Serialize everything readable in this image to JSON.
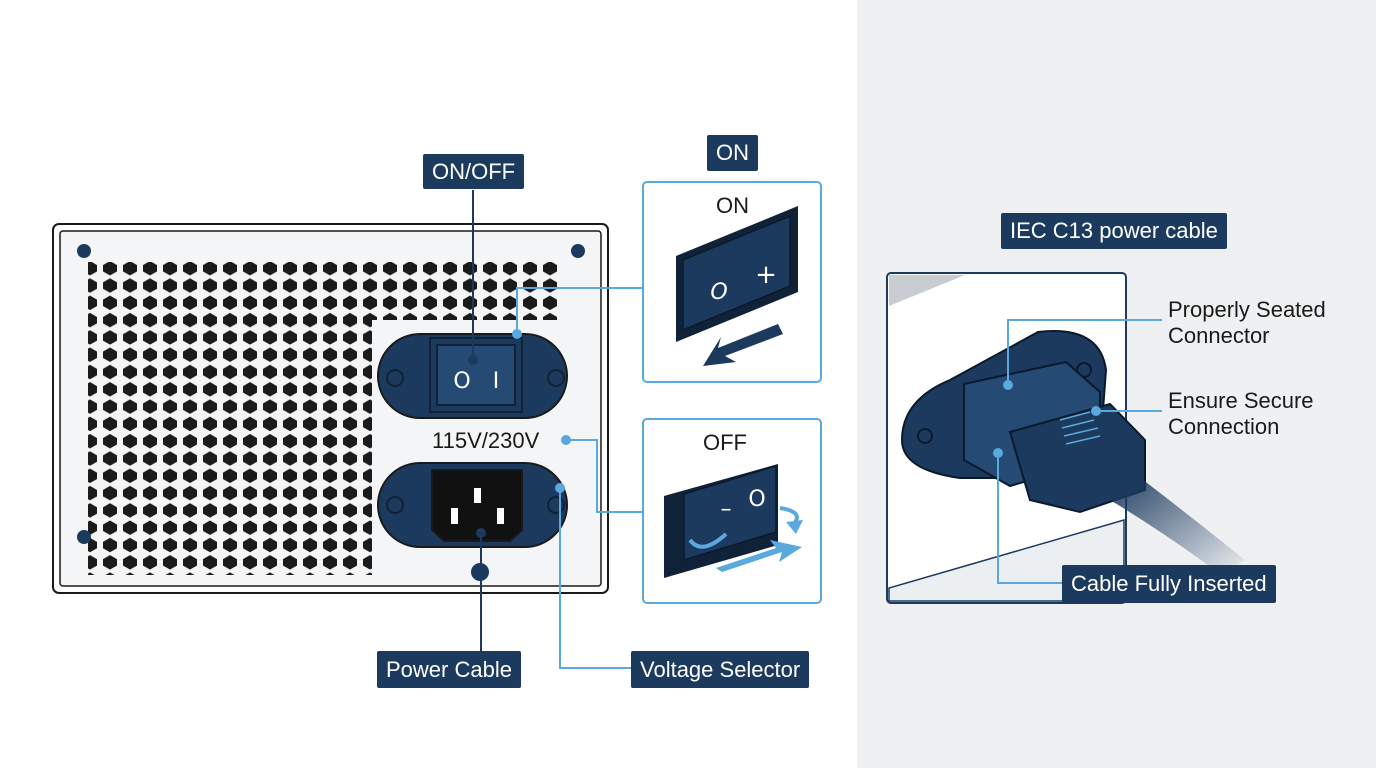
{
  "colors": {
    "navy": "#1c3a5e",
    "accent_blue": "#5aa8dd",
    "panel_gray": "#eef0f2",
    "line_dark": "#1a1a1a"
  },
  "psu": {
    "switch_label": "ON/OFF",
    "voltage_text": "115V/230V",
    "power_cable_label": "Power Cable",
    "voltage_selector_label": "Voltage Selector",
    "switch_symbols": [
      "O",
      "I"
    ]
  },
  "on_panel": {
    "header": "ON",
    "title": "ON",
    "symbols": [
      "O",
      "+"
    ]
  },
  "off_panel": {
    "title": "OFF",
    "symbols": [
      "–",
      "O"
    ]
  },
  "connector": {
    "title": "IEC C13 power cable",
    "label_seated_line1": "Properly Seated",
    "label_seated_line2": "Connector",
    "label_secure_line1": "Ensure Secure",
    "label_secure_line2": "Connection",
    "label_inserted": "Cable Fully Inserted"
  },
  "icons": [
    "screw-icon",
    "arrow-icon",
    "rotate-arrow-icon"
  ]
}
